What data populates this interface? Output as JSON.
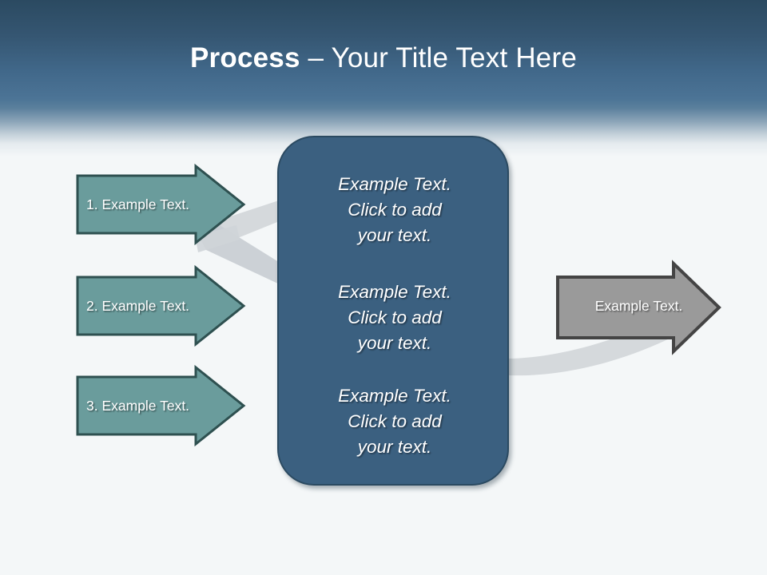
{
  "slide": {
    "title_bold": "Process",
    "title_rest": " – Your Title Text Here",
    "background_color": "#f4f7f8",
    "header_gradient_top": "#2b4a61",
    "header_gradient_bottom": "#4c7496",
    "title_color": "#ffffff"
  },
  "input_arrows": {
    "fill_color": "#6a9c9c",
    "border_color": "#2e5050",
    "text_color": "#ffffff",
    "items": [
      {
        "label": "1. Example Text."
      },
      {
        "label": "2. Example Text."
      },
      {
        "label": "3. Example Text."
      }
    ]
  },
  "center_box": {
    "fill_color": "#3b6080",
    "border_color": "#2b4a61",
    "text_color": "#ffffff",
    "blocks": [
      {
        "text": "Example Text.\nClick  to add\nyour text."
      },
      {
        "text": "Example Text.\nClick  to add\nyour text."
      },
      {
        "text": "Example Text.\nClick  to add\nyour text."
      }
    ]
  },
  "output_arrow": {
    "fill_color": "#9a9a9a",
    "border_color": "#444444",
    "text_color": "#ffffff",
    "label": "Example Text."
  },
  "connectors": {
    "color": "#d3d7da",
    "shapes": [
      "ribbon-cross-upper",
      "ribbon-cross-lower",
      "curve-swoosh-right"
    ]
  }
}
